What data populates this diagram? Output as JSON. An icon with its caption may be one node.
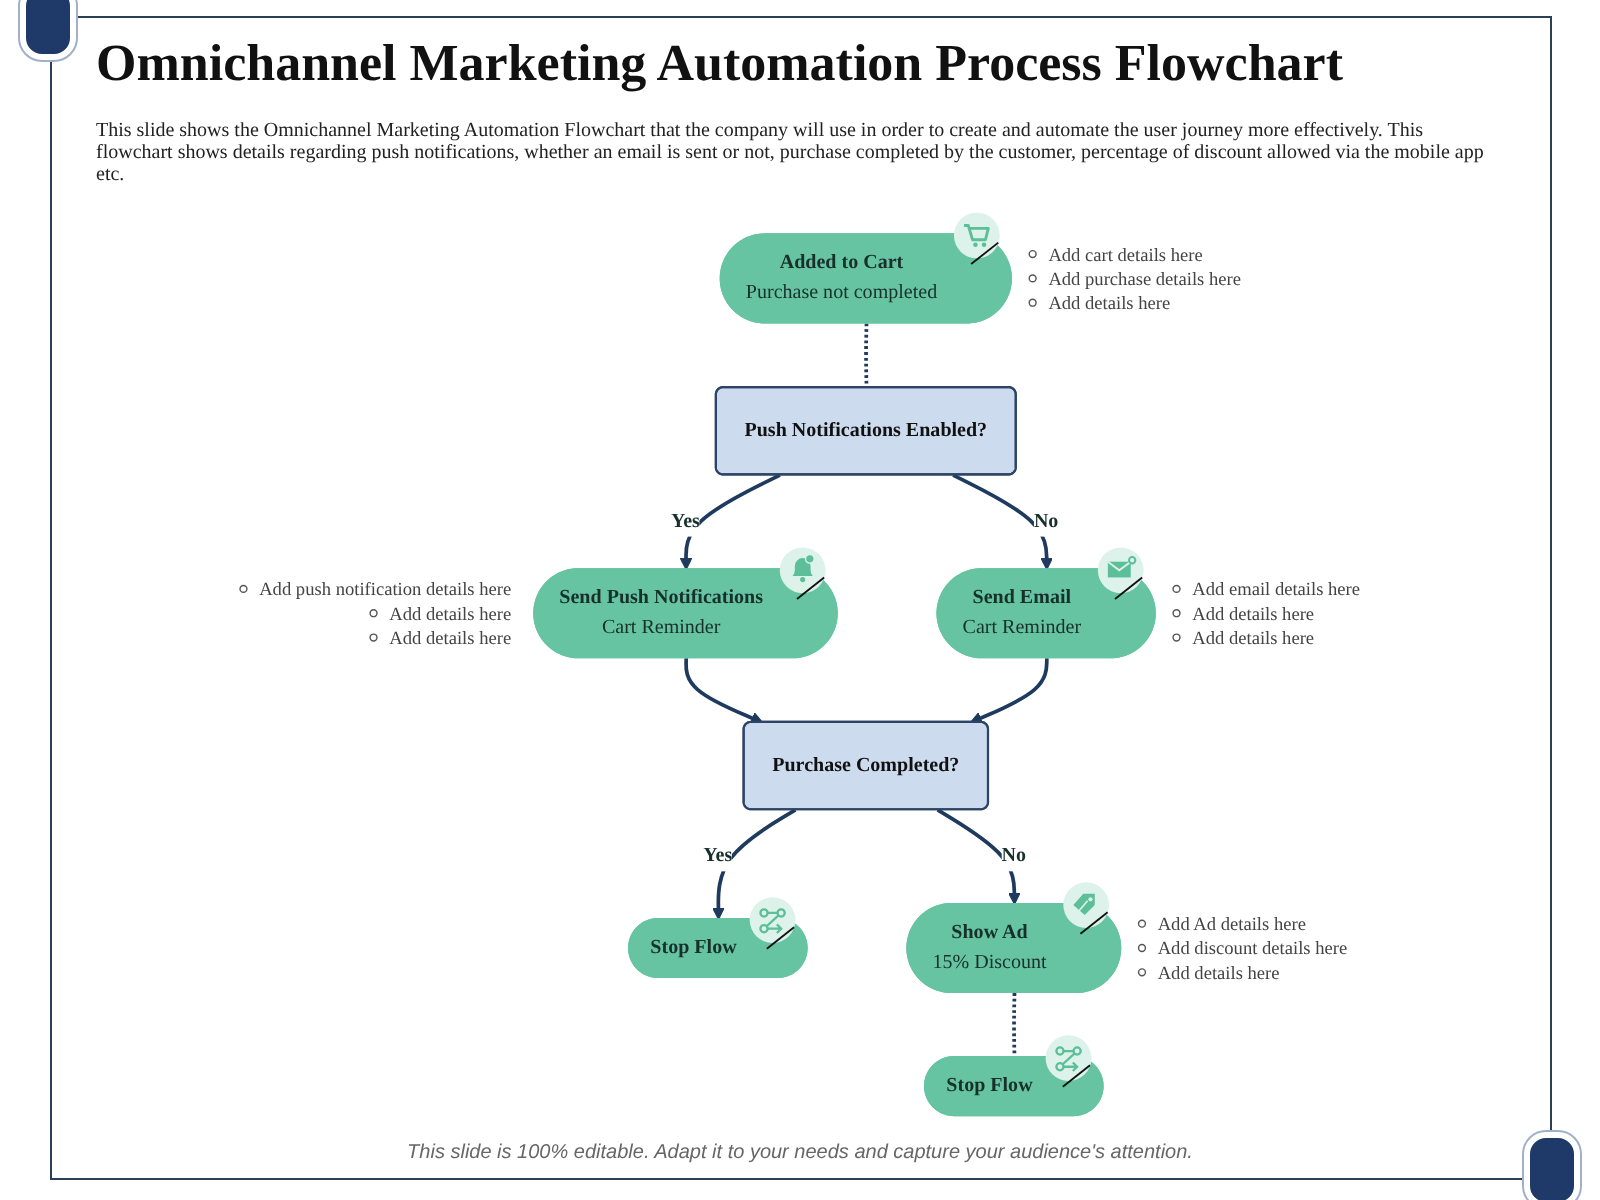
{
  "diagram": {
    "title": "Omnichannel Marketing Automation Process Flowchart",
    "caption": "This slide is 100% editable. Adapt it to your needs and capture your audience's attention.",
    "nodes": [
      {
        "text": [
          "Added to Cart",
          "Purchase not completed"
        ],
        "beside": [
          "Add cart details here",
          "Add purchase details here",
          "Add details here"
        ]
      },
      {
        "text": [
          "Push Notifications Enabled?"
        ]
      },
      {
        "text": [
          "Send Push Notifications",
          "Cart Reminder"
        ],
        "beside": [
          "Add push notification details here",
          "Add details here",
          "Add details here"
        ]
      },
      {
        "text": [
          "Send Email",
          "Cart Reminder"
        ],
        "beside": [
          "Add email details here",
          "Add details here",
          "Add details here"
        ]
      },
      {
        "text": [
          "Purchase Completed?"
        ]
      },
      {
        "text": [
          "Stop Flow"
        ]
      },
      {
        "text": [
          "Show Ad",
          "15% Discount"
        ],
        "beside": [
          "Add Ad details here",
          "Add discount details here",
          "Add details here"
        ]
      },
      {
        "text": [
          "Stop Flow"
        ]
      }
    ],
    "edges": [
      {
        "from": 0,
        "to": 1,
        "arrow": "none",
        "style": "dashed"
      },
      {
        "from": 1,
        "to": 2,
        "arrow": "to",
        "label": "Yes"
      },
      {
        "from": 1,
        "to": 3,
        "arrow": "to",
        "label": "No"
      },
      {
        "from": 2,
        "to": 4,
        "arrow": "to"
      },
      {
        "from": 3,
        "to": 4,
        "arrow": "to"
      },
      {
        "from": 4,
        "to": 5,
        "arrow": "to",
        "label": "Yes"
      },
      {
        "from": 4,
        "to": 6,
        "arrow": "to",
        "label": "No"
      },
      {
        "from": 6,
        "to": 7,
        "arrow": "none",
        "style": "dashed"
      }
    ],
    "labels": [
      "This slide shows the Omnichannel Marketing Automation Flowchart that the company will use in order to create and automate the user journey more effectively. This flowchart shows details regarding push notifications, whether an email is sent or not, purchase completed by the customer, percentage of discount allowed via the mobile app etc."
    ]
  }
}
